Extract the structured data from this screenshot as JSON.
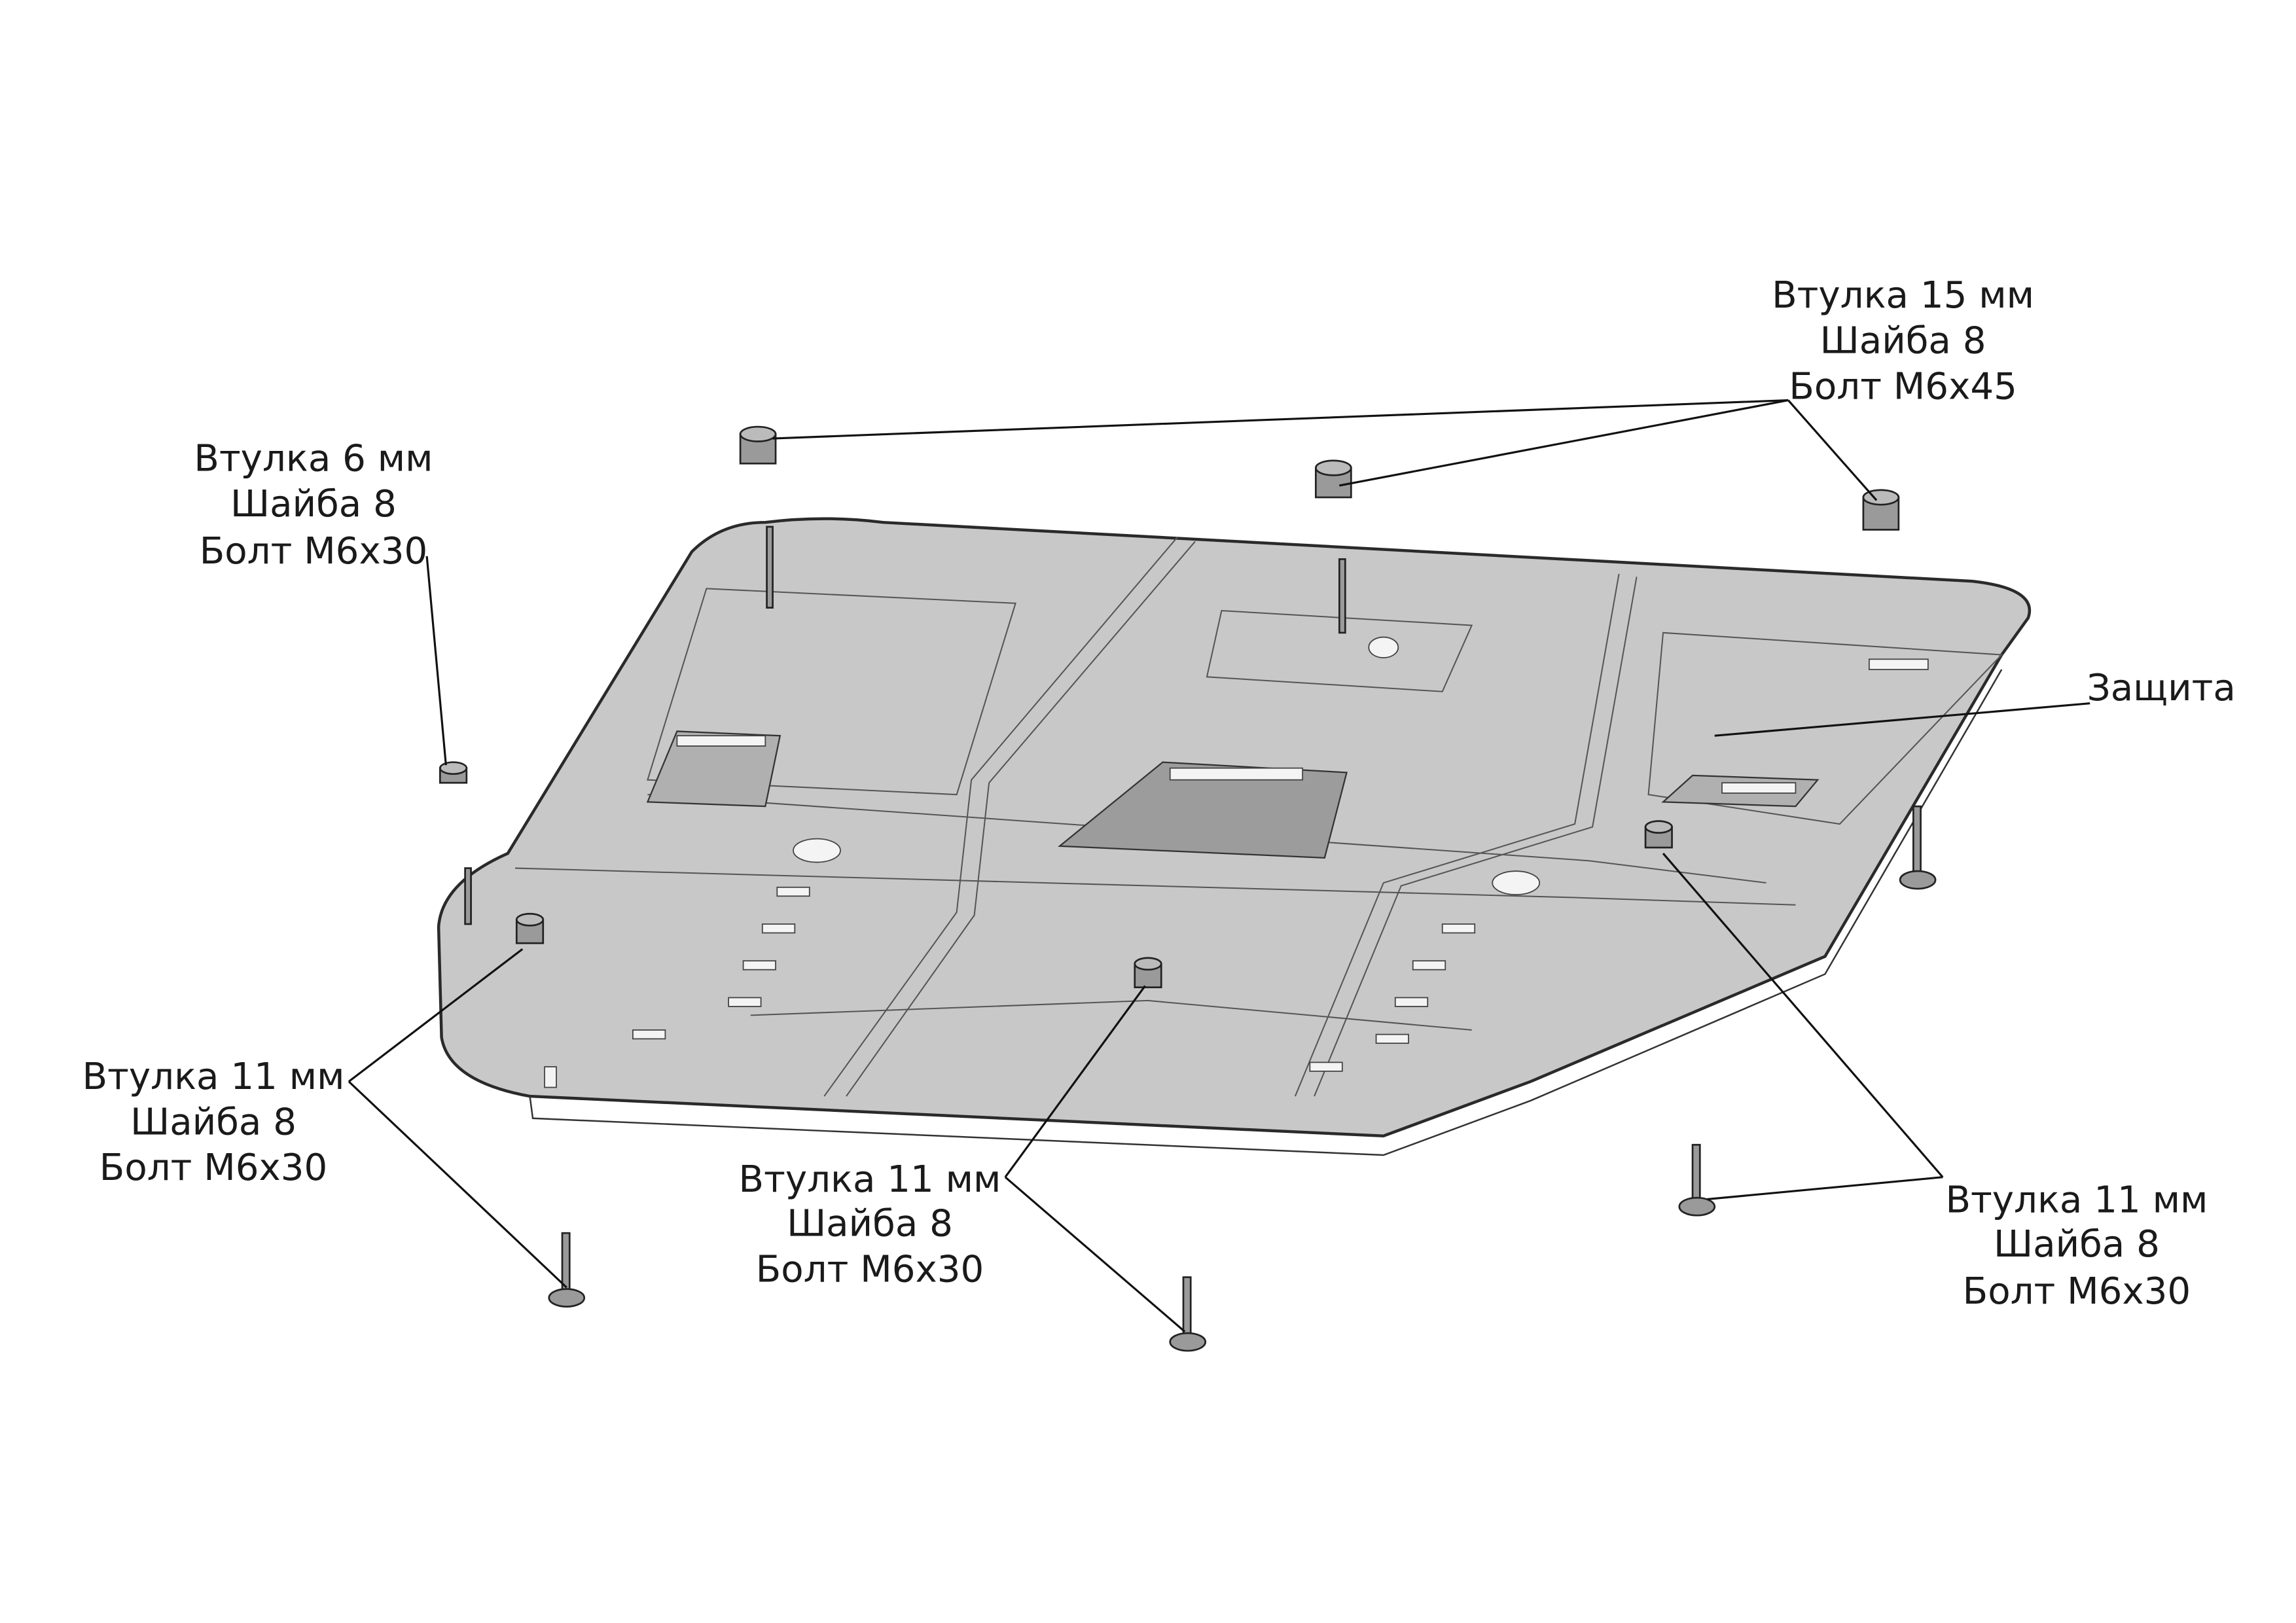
{
  "callouts": {
    "top_right": {
      "line1": "Втулка 15 мм",
      "line2": "Шайба 8",
      "line3": "Болт М6х45"
    },
    "top_left": {
      "line1": "Втулка 6 мм",
      "line2": "Шайба 8",
      "line3": "Болт М6х30"
    },
    "guard": {
      "line1": "Защита"
    },
    "bottom_left": {
      "line1": "Втулка 11 мм",
      "line2": "Шайба 8",
      "line3": "Болт М6х30"
    },
    "bottom_center": {
      "line1": "Втулка 11 мм",
      "line2": "Шайба 8",
      "line3": "Болт М6х30"
    },
    "bottom_right": {
      "line1": "Втулка 11 мм",
      "line2": "Шайба 8",
      "line3": "Болт М6х30"
    }
  },
  "colors": {
    "plate": "#c8c8c8",
    "hardware": "#9a9a9a",
    "background": "#ffffff"
  }
}
